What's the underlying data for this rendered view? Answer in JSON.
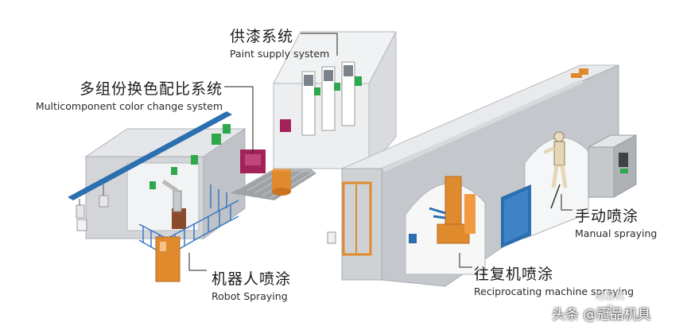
{
  "labels": {
    "paint_supply": {
      "zh": "供漆系统",
      "en": "Paint supply system"
    },
    "color_change": {
      "zh": "多组份换色配比系统",
      "en": "Multicomponent color change system"
    },
    "robot": {
      "zh": "机器人喷涂",
      "en": "Robot Spraying"
    },
    "reciprocating": {
      "zh": "往复机喷涂",
      "en": "Reciprocating machine spraying"
    },
    "manual": {
      "zh": "手动喷涂",
      "en": "Manual spraying"
    }
  },
  "watermark": {
    "text": "头条 @冠品机具",
    "logo": "冠品机具"
  },
  "colors": {
    "booth_gray": "#cfd1d4",
    "booth_dark": "#a7aaae",
    "conveyor_blue": "#2c6fb0",
    "fence_blue": "#3a78c4",
    "accent_orange": "#e08a2e",
    "magenta": "#a2235a",
    "green": "#2ea84a"
  }
}
